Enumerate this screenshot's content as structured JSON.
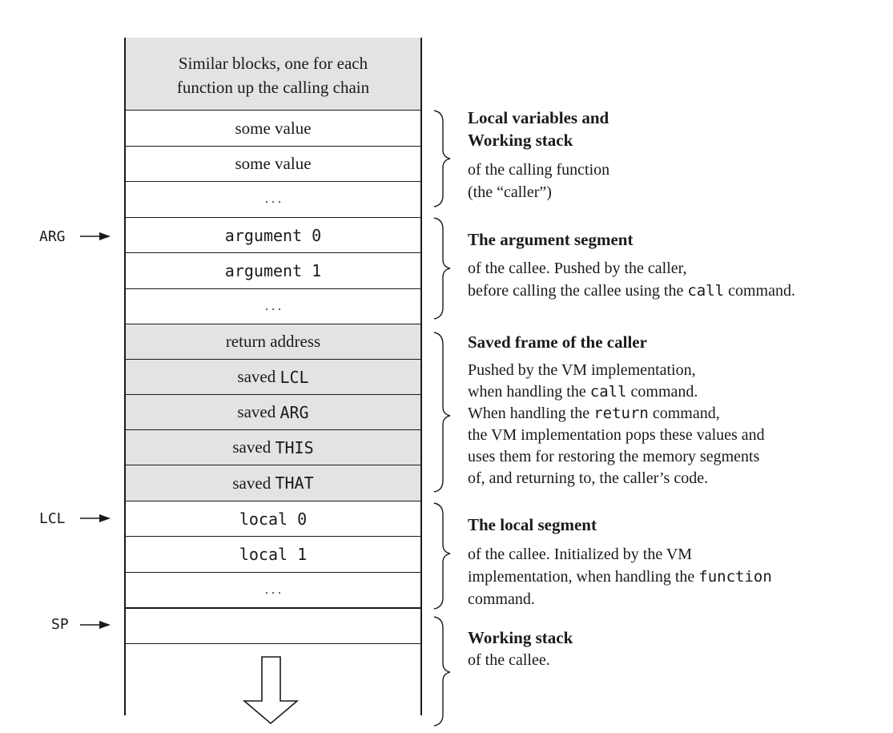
{
  "stack": {
    "top_block": [
      "Similar blocks, one for each",
      "function up the calling chain"
    ],
    "caller_cells": [
      "some value",
      "some value",
      ". . ."
    ],
    "arg_cells": [
      "argument 0",
      "argument 1",
      ". . ."
    ],
    "frame_cells": [
      {
        "prefix": "return address",
        "code": ""
      },
      {
        "prefix": "saved ",
        "code": "LCL"
      },
      {
        "prefix": "saved ",
        "code": "ARG"
      },
      {
        "prefix": "saved ",
        "code": "THIS"
      },
      {
        "prefix": "saved ",
        "code": "THAT"
      }
    ],
    "local_cells": [
      "local 0",
      "local 1",
      ". . ."
    ]
  },
  "pointers": {
    "arg": "ARG",
    "lcl": "LCL",
    "sp": "SP"
  },
  "annotations": {
    "caller": {
      "title": [
        "Local variables and",
        "Working stack"
      ],
      "lines": [
        "of the calling function",
        "(the “caller”)"
      ]
    },
    "argument": {
      "title": "The argument segment",
      "line1": "of the callee. Pushed by the caller,",
      "line2_pre": "before calling the callee using the ",
      "line2_code": "call",
      "line2_post": " command."
    },
    "frame": {
      "title": "Saved frame of the caller",
      "line1": "Pushed by the VM implementation,",
      "line2_pre": "when handling the ",
      "line2_code": "call",
      "line2_post": " command.",
      "line3_pre": "When handling the ",
      "line3_code": "return",
      "line3_post": " command,",
      "line4": "the VM implementation pops these values and",
      "line5": "uses them for restoring the memory segments",
      "line6": "of, and returning to, the caller’s code."
    },
    "local": {
      "title": "The local segment",
      "line1": "of the callee. Initialized by the VM",
      "line2_pre": "implementation, when handling the ",
      "line2_code": "function",
      "line3": "command."
    },
    "working": {
      "title": "Working stack",
      "line1": "of the callee."
    }
  }
}
